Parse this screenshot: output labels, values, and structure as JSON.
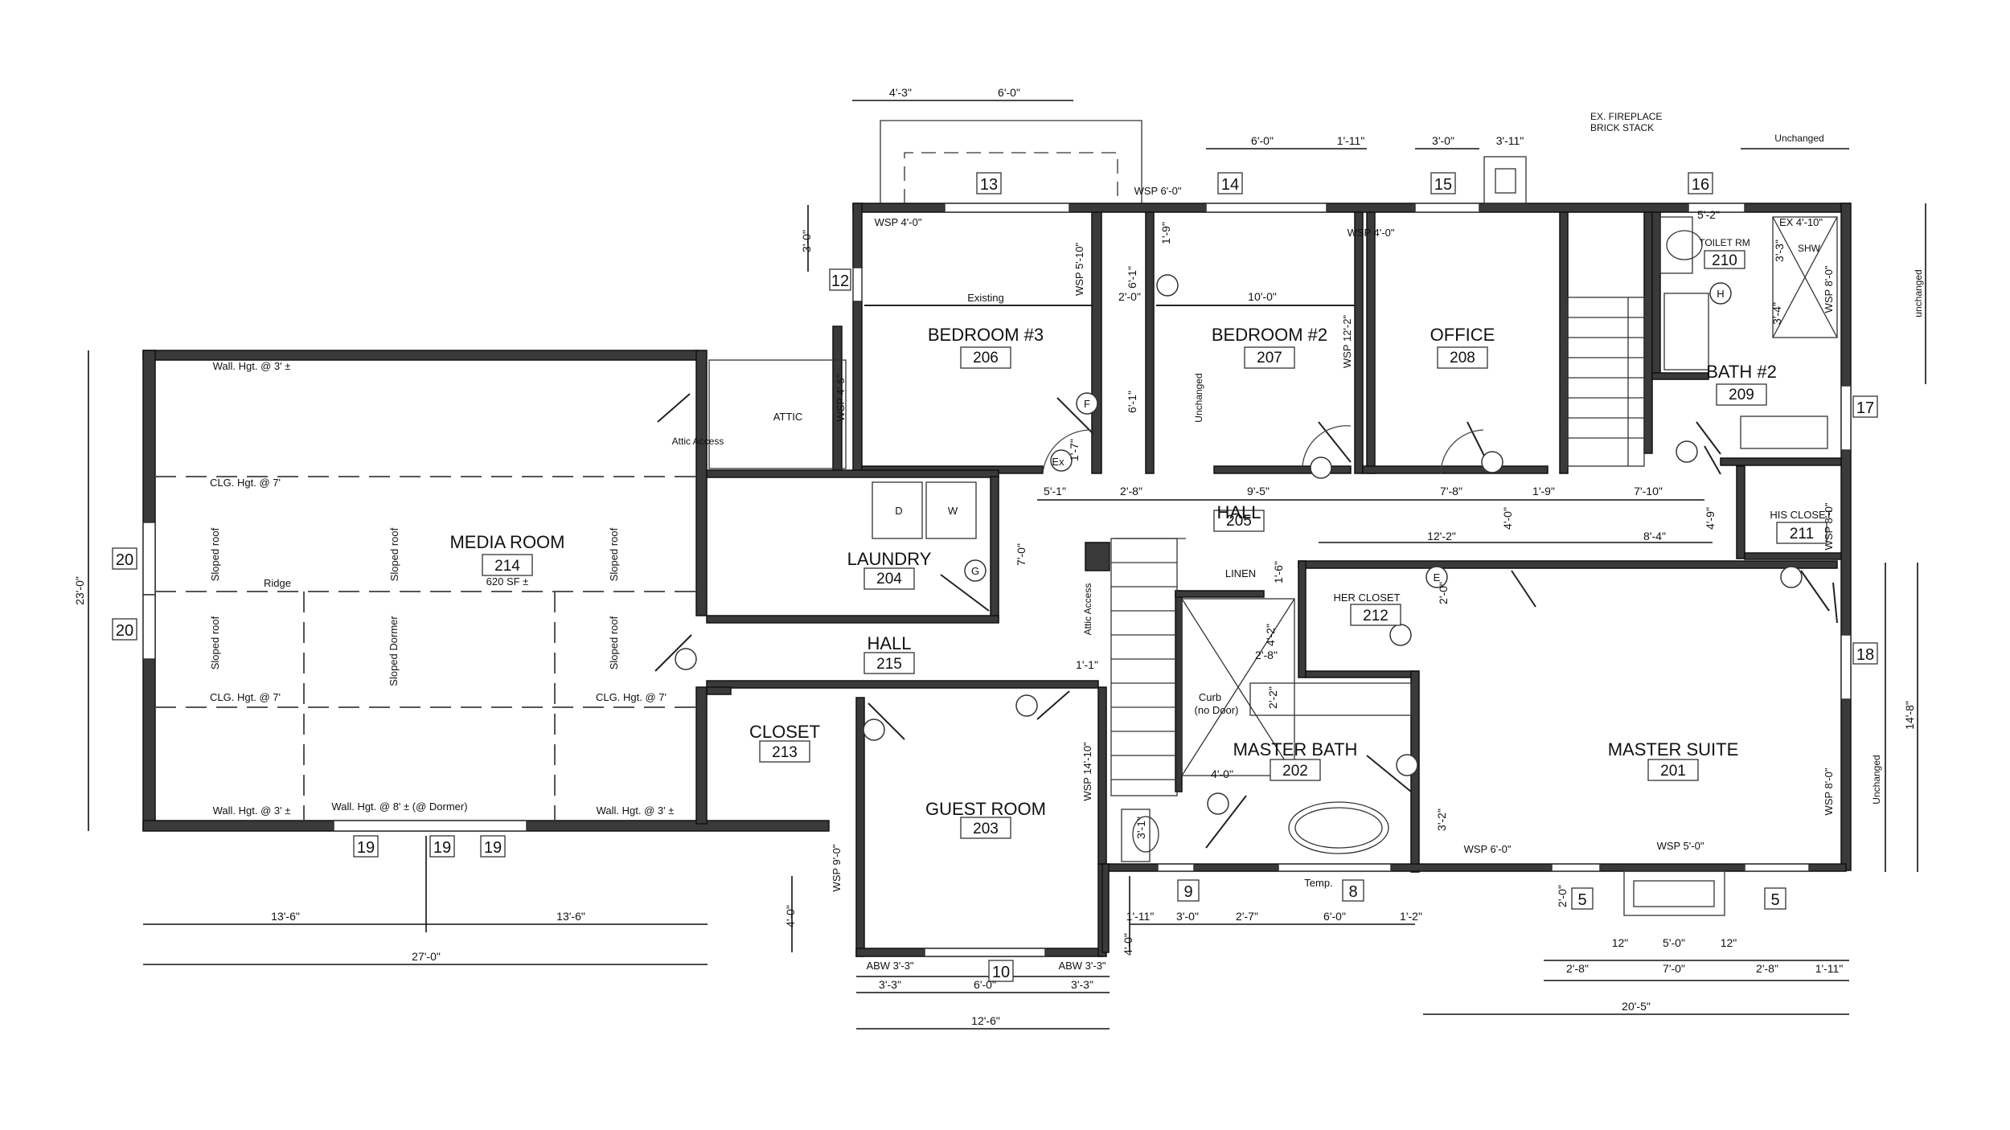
{
  "rooms": {
    "media": {
      "name": "MEDIA ROOM",
      "num": "214",
      "note": "620 SF ±"
    },
    "bed3": {
      "name": "BEDROOM #3",
      "num": "206"
    },
    "bed2": {
      "name": "BEDROOM #2",
      "num": "207"
    },
    "office": {
      "name": "OFFICE",
      "num": "208"
    },
    "bath2": {
      "name": "BATH #2",
      "num": "209"
    },
    "toilet": {
      "name": "TOILET RM",
      "num": "210"
    },
    "hall205": {
      "name": "HALL",
      "num": "205"
    },
    "laundry": {
      "name": "LAUNDRY",
      "num": "204"
    },
    "hall215": {
      "name": "HALL",
      "num": "215"
    },
    "closet": {
      "name": "CLOSET",
      "num": "213"
    },
    "guest": {
      "name": "GUEST ROOM",
      "num": "203"
    },
    "mbath": {
      "name": "MASTER BATH",
      "num": "202"
    },
    "herclo": {
      "name": "HER CLOSET",
      "num": "212"
    },
    "hisclo": {
      "name": "HIS CLOSET",
      "num": "211"
    },
    "suite": {
      "name": "MASTER SUITE",
      "num": "201"
    }
  },
  "notes": {
    "attic": "ATTIC",
    "attic_access": "Attic Access",
    "attic_access_v": "Attic Access",
    "existing": "Existing",
    "linen": "LINEN",
    "shw": "SHW",
    "curb": "Curb",
    "nodoor": "(no Door)",
    "temp": "Temp.",
    "unchanged_v1": "Unchanged",
    "unchanged_v2": "unchanged",
    "unchanged_v3": "Unchanged",
    "unchanged_top": "Unchanged",
    "fireplace1": "EX. FIREPLACE",
    "fireplace2": "BRICK STACK",
    "ridge": "Ridge",
    "wall3_top": "Wall. Hgt. @ 3' ±",
    "wall3_bl": "Wall. Hgt. @ 3' ±",
    "wall8": "Wall. Hgt. @ 8' ± (@ Dormer)",
    "wall3_br": "Wall. Hgt. @ 3' ±",
    "clg_top": "CLG. Hgt. @ 7'",
    "clg_bl": "CLG. Hgt. @ 7'",
    "clg_br": "CLG. Hgt. @ 7'",
    "sloped1": "Sloped roof",
    "sloped2": "Sloped roof",
    "sloped3": "Sloped roof",
    "sloped4": "Sloped roof",
    "sloped5": "Sloped roof",
    "dormer": "Sloped Dormer",
    "ex": "Ex",
    "dryer": "D",
    "washer": "W",
    "door_f": "F",
    "door_g": "G",
    "door_h": "H",
    "door_e": "E"
  },
  "wsp": {
    "a": "WSP 4'-0\"",
    "b": "WSP 6'-0\"",
    "c": "WSP 4'-0\"",
    "d": "WSP 5'-10\"",
    "e": "WSP 4'-5\"",
    "f": "WSP 12'-2\"",
    "g": "WSP 8'-0\"",
    "h": "WSP 8'-0\"",
    "i": "WSP 14'-10\"",
    "j": "WSP 9'-0\"",
    "k": "WSP 6'-0\"",
    "l": "WSP 5'-0\"",
    "m": "WSP 8'-0\"",
    "n": "EX 4'-10\"",
    "abw1": "ABW 3'-3\"",
    "abw2": "ABW 3'-3\""
  },
  "tags": {
    "t13": "13",
    "t14": "14",
    "t15": "15",
    "t16": "16",
    "t17": "17",
    "t12": "12",
    "t20a": "20",
    "t20b": "20",
    "t19a": "19",
    "t19b": "19",
    "t19c": "19",
    "t18": "18",
    "t10": "10",
    "t9": "9",
    "t8": "8",
    "t5a": "5",
    "t5b": "5"
  },
  "dims": {
    "d1": "4'-3\"",
    "d2": "6'-0\"",
    "d3": "6'-0\"",
    "d4": "1'-11\"",
    "d5": "3'-0\"",
    "d6": "3'-11\"",
    "d7": "5'-2\"",
    "d8": "3'-0\"",
    "d9": "1'-9\"",
    "d10": "2'-0\"",
    "d11": "10'-0\"",
    "d12": "6'-1\"",
    "d13": "6'-1\"",
    "d14": "3'-3\"",
    "d15": "3'-4\"",
    "d16": "1'-7\"",
    "d17": "5'-1\"",
    "d18": "2'-8\"",
    "d19": "9'-5\"",
    "d20": "7'-8\"",
    "d21": "1'-9\"",
    "d22": "7'-10\"",
    "d23": "7'-0\"",
    "d24": "4'-0\"",
    "d25": "4'-9\"",
    "d26": "12'-2\"",
    "d27": "8'-4\"",
    "d28": "1'-6\"",
    "d29": "2'-0\"",
    "d30": "4'-2\"",
    "d31": "2'-8\"",
    "d32": "2'-2\"",
    "d33": "1'-1\"",
    "d34": "4'-0\"",
    "d35": "3'-2\"",
    "d36": "3'-1\"",
    "d37": "23'-0\"",
    "d38": "13'-6\"",
    "d39": "13'-6\"",
    "d40": "27'-0\"",
    "d41": "4'-0\"",
    "d42": "3'-3\"",
    "d43": "6'-0\"",
    "d44": "3'-3\"",
    "d45": "12'-6\"",
    "d46": "1'-11\"",
    "d47": "4'-0\"",
    "d48": "3'-0\"",
    "d49": "2'-7\"",
    "d50": "6'-0\"",
    "d51": "1'-2\"",
    "d52": "2'-0\"",
    "d53": "12\"",
    "d54": "5'-0\"",
    "d55": "12\"",
    "d56": "2'-8\"",
    "d57": "7'-0\"",
    "d58": "2'-8\"",
    "d59": "1'-11\"",
    "d60": "20'-5\"",
    "d61": "14'-8\""
  }
}
